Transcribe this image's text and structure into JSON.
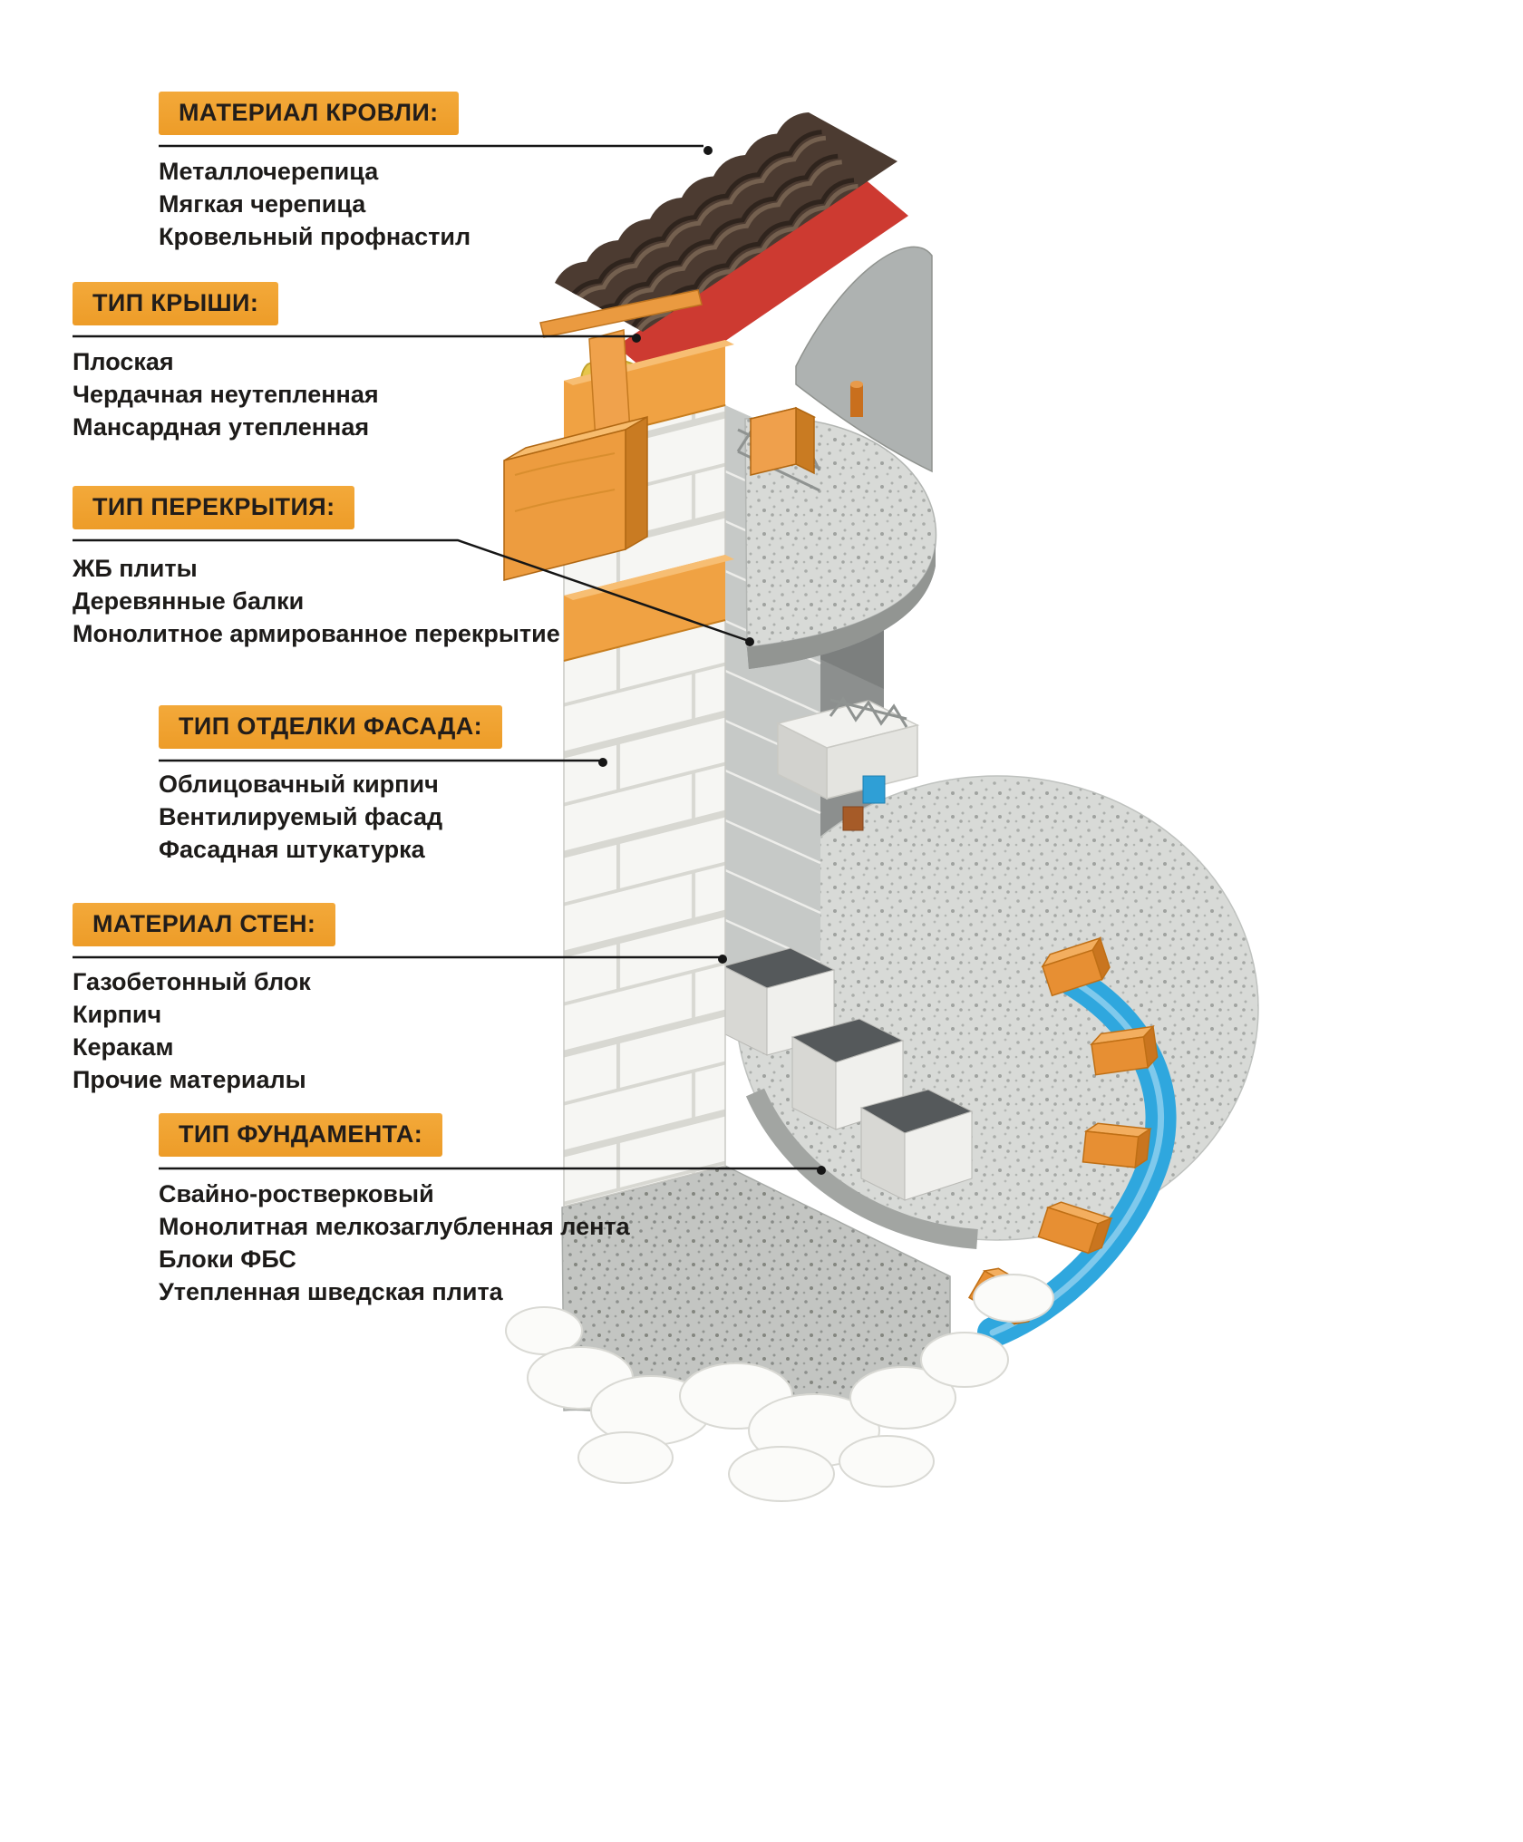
{
  "page": {
    "background": "#FFFFFF"
  },
  "style": {
    "badge_bg": "#F0A232",
    "badge_text": "#221D1A",
    "body_text": "#1D1B19",
    "leader_line_color": "#161616",
    "roof_brown": "#4C3B31",
    "underlayment_red": "#CD3A31",
    "wood_orange": "#ED9C3F",
    "concrete_gray": "#D8DAD7",
    "membrane_blue": "#2FA7DE"
  },
  "sections": [
    {
      "id": "roof-material",
      "label": "МАТЕРИАЛ КРОВЛИ:",
      "items": [
        "Металлочерепица",
        "Мягкая черепица",
        "Кровельный профнастил"
      ]
    },
    {
      "id": "roof-type",
      "label": "ТИП КРЫШИ:",
      "items": [
        "Плоская",
        "Чердачная неутепленная",
        "Мансардная утепленная"
      ]
    },
    {
      "id": "floor-type",
      "label": "ТИП ПЕРЕКРЫТИЯ:",
      "items": [
        "ЖБ плиты",
        "Деревянные балки",
        "Монолитное армированное перекрытие"
      ]
    },
    {
      "id": "facade-finish-type",
      "label": "ТИП ОТДЕЛКИ ФАСАДА:",
      "items": [
        "Облицовачный кирпич",
        "Вентилируемый фасад",
        "Фасадная штукатурка"
      ]
    },
    {
      "id": "wall-material",
      "label": "МАТЕРИАЛ СТЕН:",
      "items": [
        "Газобетонный блок",
        "Кирпич",
        "Керакам",
        "Прочие материалы"
      ]
    },
    {
      "id": "foundation-type",
      "label": "ТИП ФУНДАМЕНТА:",
      "items": [
        "Свайно-ростверковый",
        "Монолитная мелкозаглубленная лента",
        "Блоки ФБС",
        "Утепленная шведская плита"
      ]
    }
  ]
}
